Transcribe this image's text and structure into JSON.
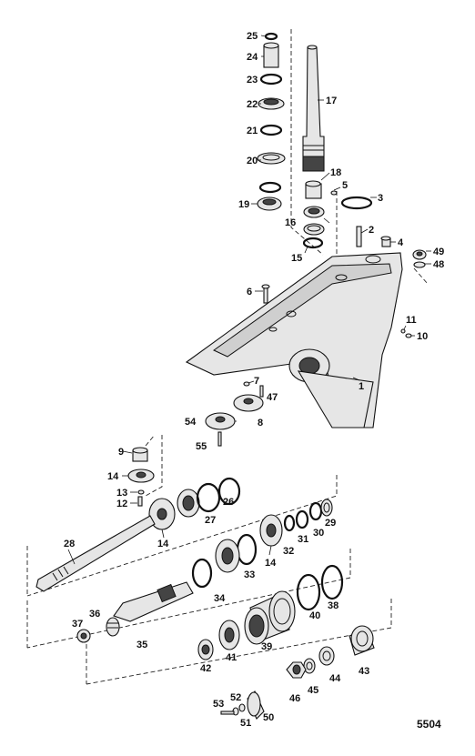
{
  "figure_number": "5504",
  "callouts": {
    "c1": "1",
    "c2": "2",
    "c3": "3",
    "c4": "4",
    "c5": "5",
    "c6": "6",
    "c7": "7",
    "c8": "8",
    "c9": "9",
    "c10": "10",
    "c11": "11",
    "c12": "12",
    "c13": "13",
    "c14a": "14",
    "c14b": "14",
    "c14c": "14",
    "c15": "15",
    "c16": "16",
    "c17": "17",
    "c18": "18",
    "c19": "19",
    "c20": "20",
    "c21": "21",
    "c22": "22",
    "c23": "23",
    "c24": "24",
    "c25": "25",
    "c26": "26",
    "c27": "27",
    "c28": "28",
    "c29": "29",
    "c30": "30",
    "c31": "31",
    "c32": "32",
    "c33": "33",
    "c34": "34",
    "c35": "35",
    "c36": "36",
    "c37": "37",
    "c38": "38",
    "c39": "39",
    "c40": "40",
    "c41": "41",
    "c42": "42",
    "c43": "43",
    "c44": "44",
    "c45": "45",
    "c46": "46",
    "c47": "47",
    "c48": "48",
    "c49": "49",
    "c50": "50",
    "c51": "51",
    "c52": "52",
    "c53": "53",
    "c54": "54",
    "c55": "55"
  }
}
